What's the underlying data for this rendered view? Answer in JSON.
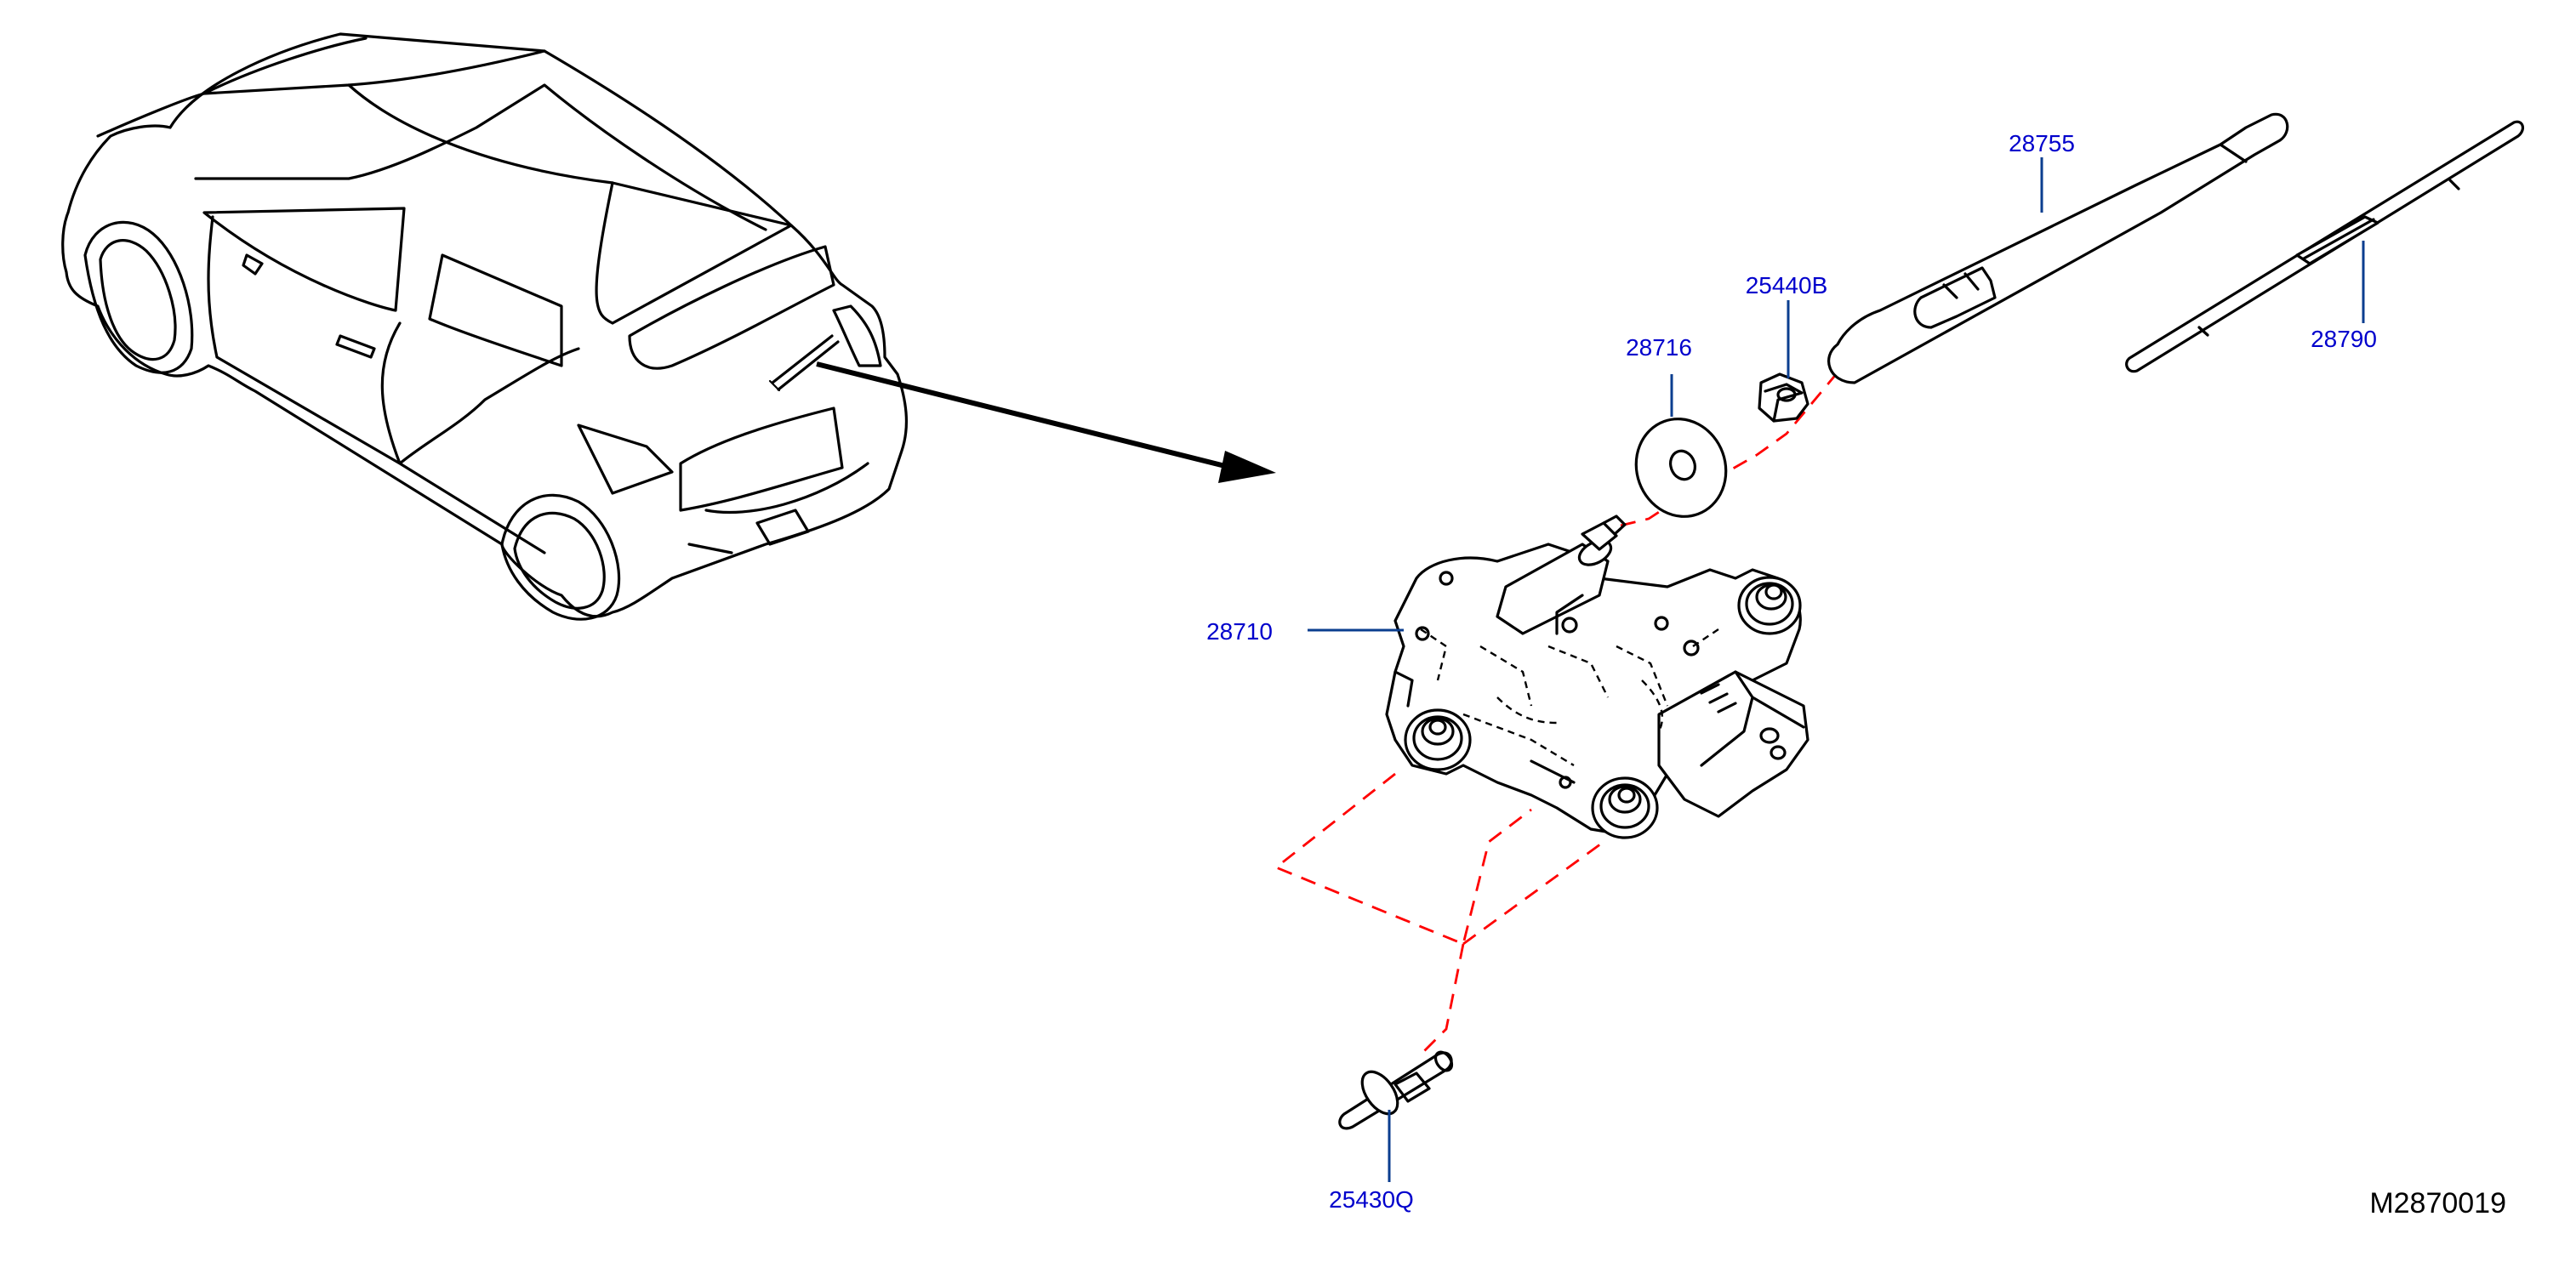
{
  "diagram": {
    "reference_code": "M2870019",
    "callouts": {
      "arm": "28755",
      "nut": "25440B",
      "washer": "28716",
      "blade": "28790",
      "motor": "28710",
      "bolt": "25430Q"
    },
    "colors": {
      "callout_text": "#0000cc",
      "leader_line": "#0b3e8f",
      "assembly_line": "#ff0000",
      "linework": "#000000"
    }
  }
}
